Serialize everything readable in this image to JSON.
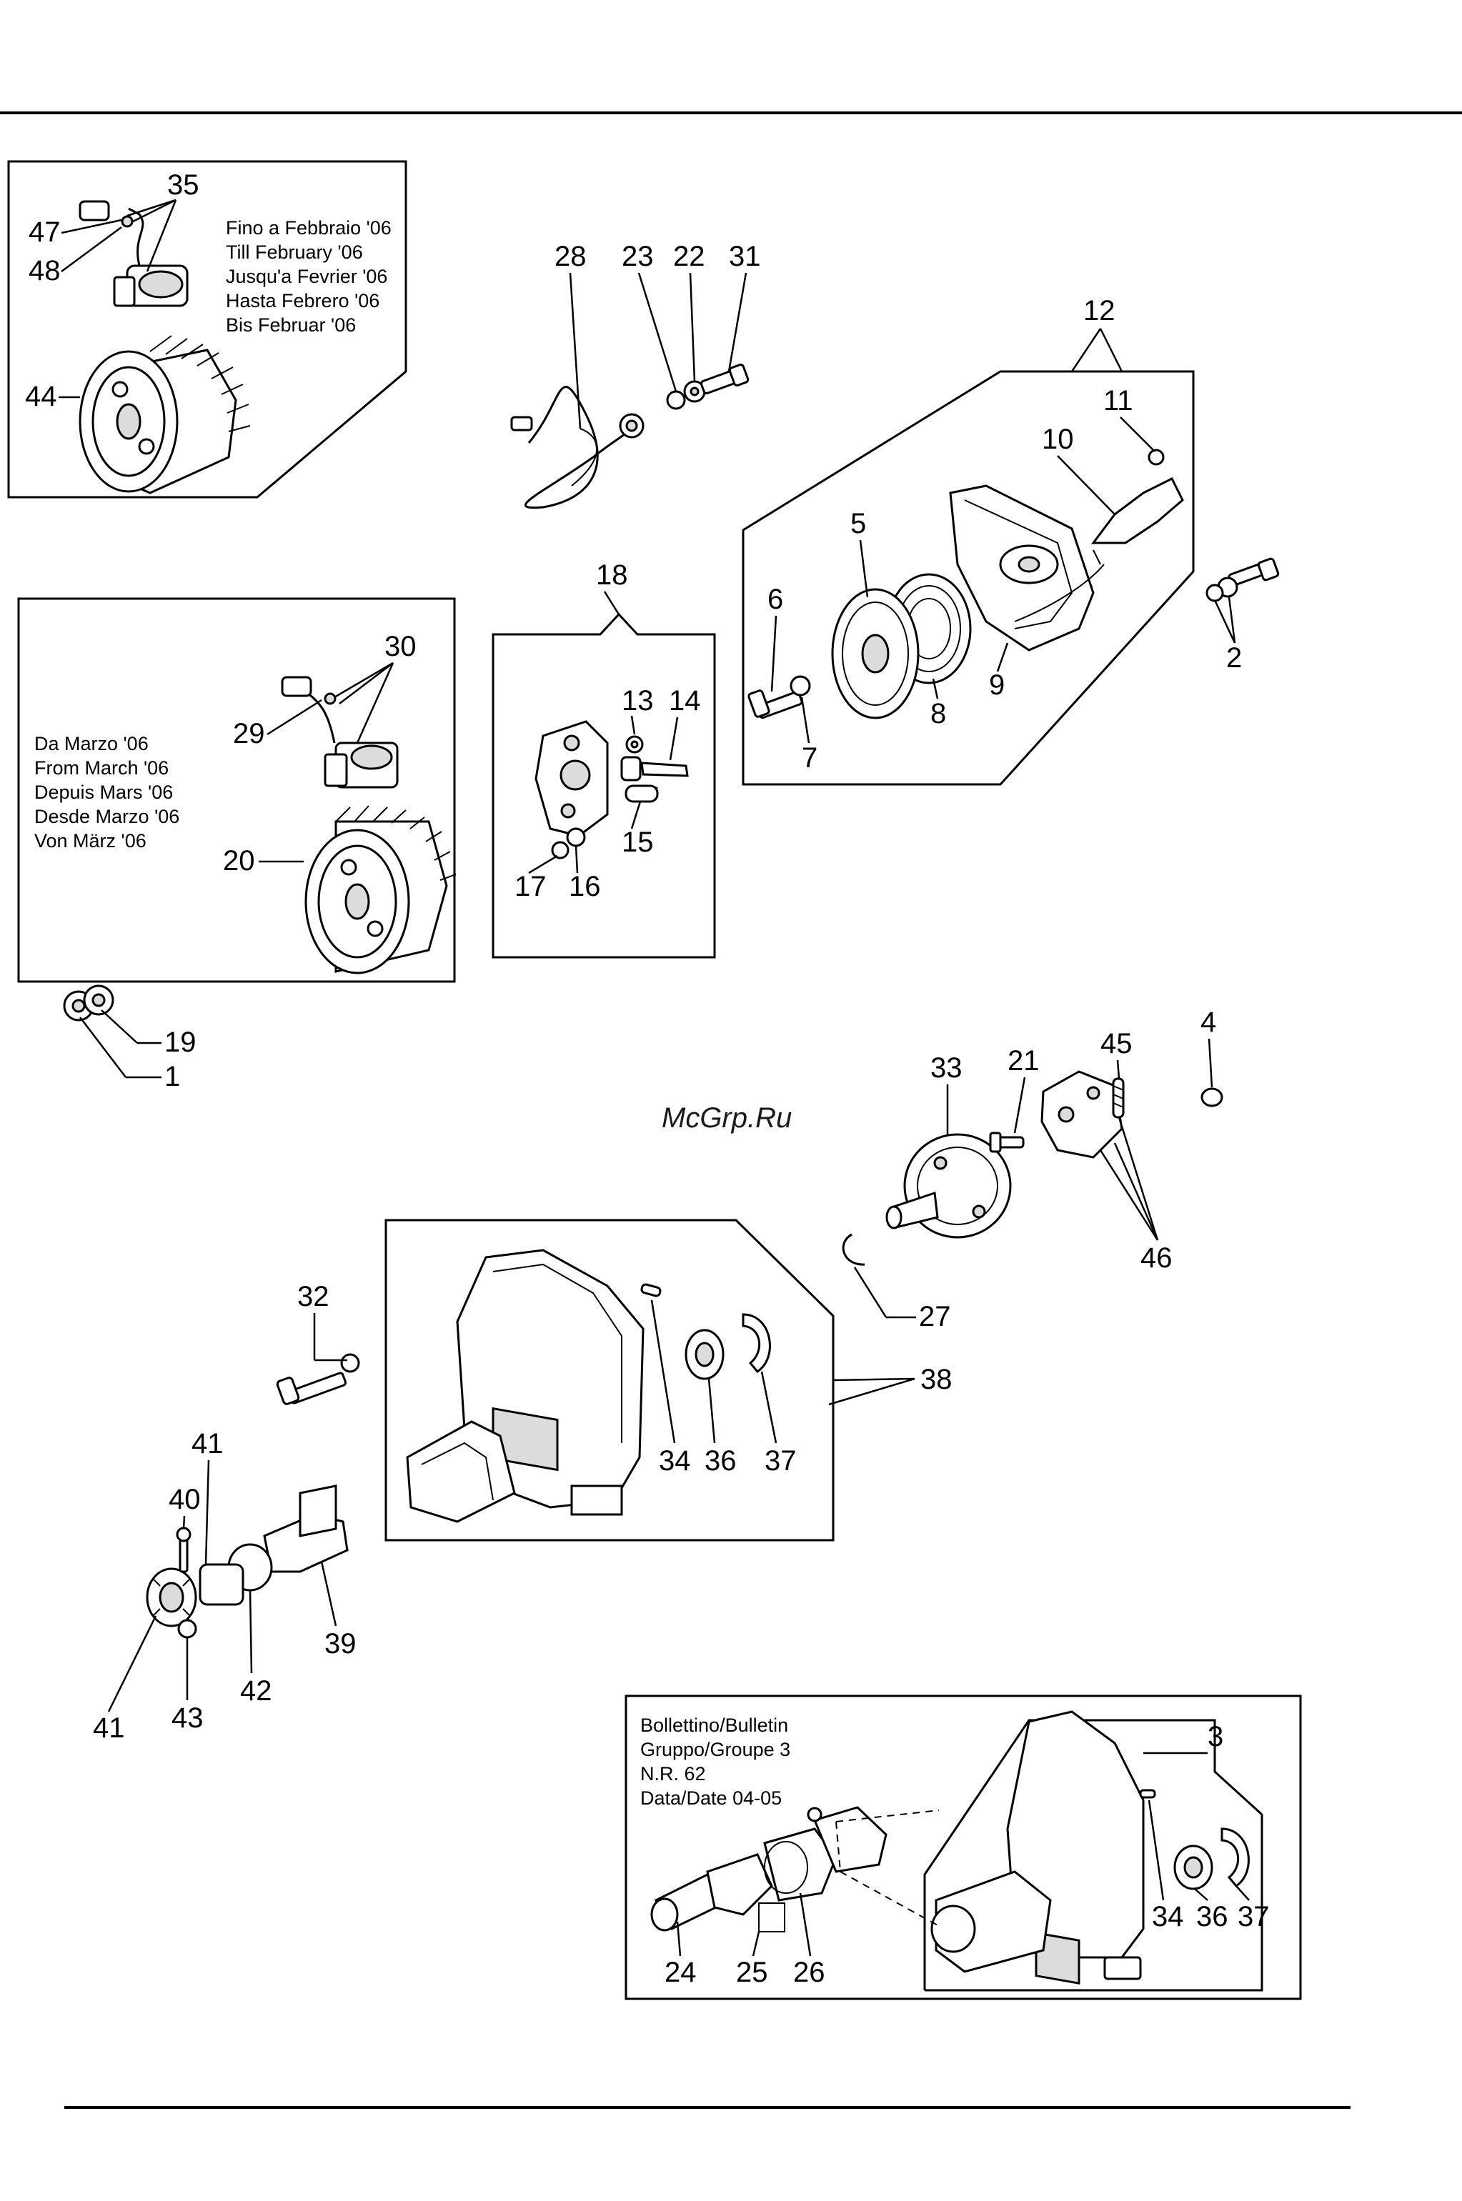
{
  "callouts": {
    "c1": "1",
    "c2": "2",
    "c3": "3",
    "c4": "4",
    "c5": "5",
    "c6": "6",
    "c7": "7",
    "c8": "8",
    "c9": "9",
    "c10": "10",
    "c11": "11",
    "c12": "12",
    "c13": "13",
    "c14": "14",
    "c15": "15",
    "c16": "16",
    "c17": "17",
    "c18": "18",
    "c19": "19",
    "c20": "20",
    "c21": "21",
    "c22": "22",
    "c23": "23",
    "c24": "24",
    "c25": "25",
    "c26": "26",
    "c27": "27",
    "c28": "28",
    "c29": "29",
    "c30": "30",
    "c31": "31",
    "c32": "32",
    "c33": "33",
    "c34": "34",
    "c35": "35",
    "c36": "36",
    "c37": "37",
    "c38": "38",
    "c39": "39",
    "c40": "40",
    "c41": "41",
    "c42": "42",
    "c43": "43",
    "c44": "44",
    "c45": "45",
    "c46": "46",
    "c47": "47",
    "c48": "48"
  },
  "notes": {
    "until_feb": [
      "Fino a Febbraio '06",
      "Till February '06",
      "Jusqu'a Fevrier '06",
      "Hasta Febrero '06",
      "Bis Februar '06"
    ],
    "from_march": [
      "Da Marzo '06",
      "From March '06",
      "Depuis Mars '06",
      "Desde Marzo '06",
      "Von März '06"
    ],
    "bulletin": [
      "Bollettino/Bulletin",
      "Gruppo/Groupe 3",
      "N.R. 62",
      "Data/Date 04-05"
    ]
  },
  "watermark": "McGrp.Ru"
}
